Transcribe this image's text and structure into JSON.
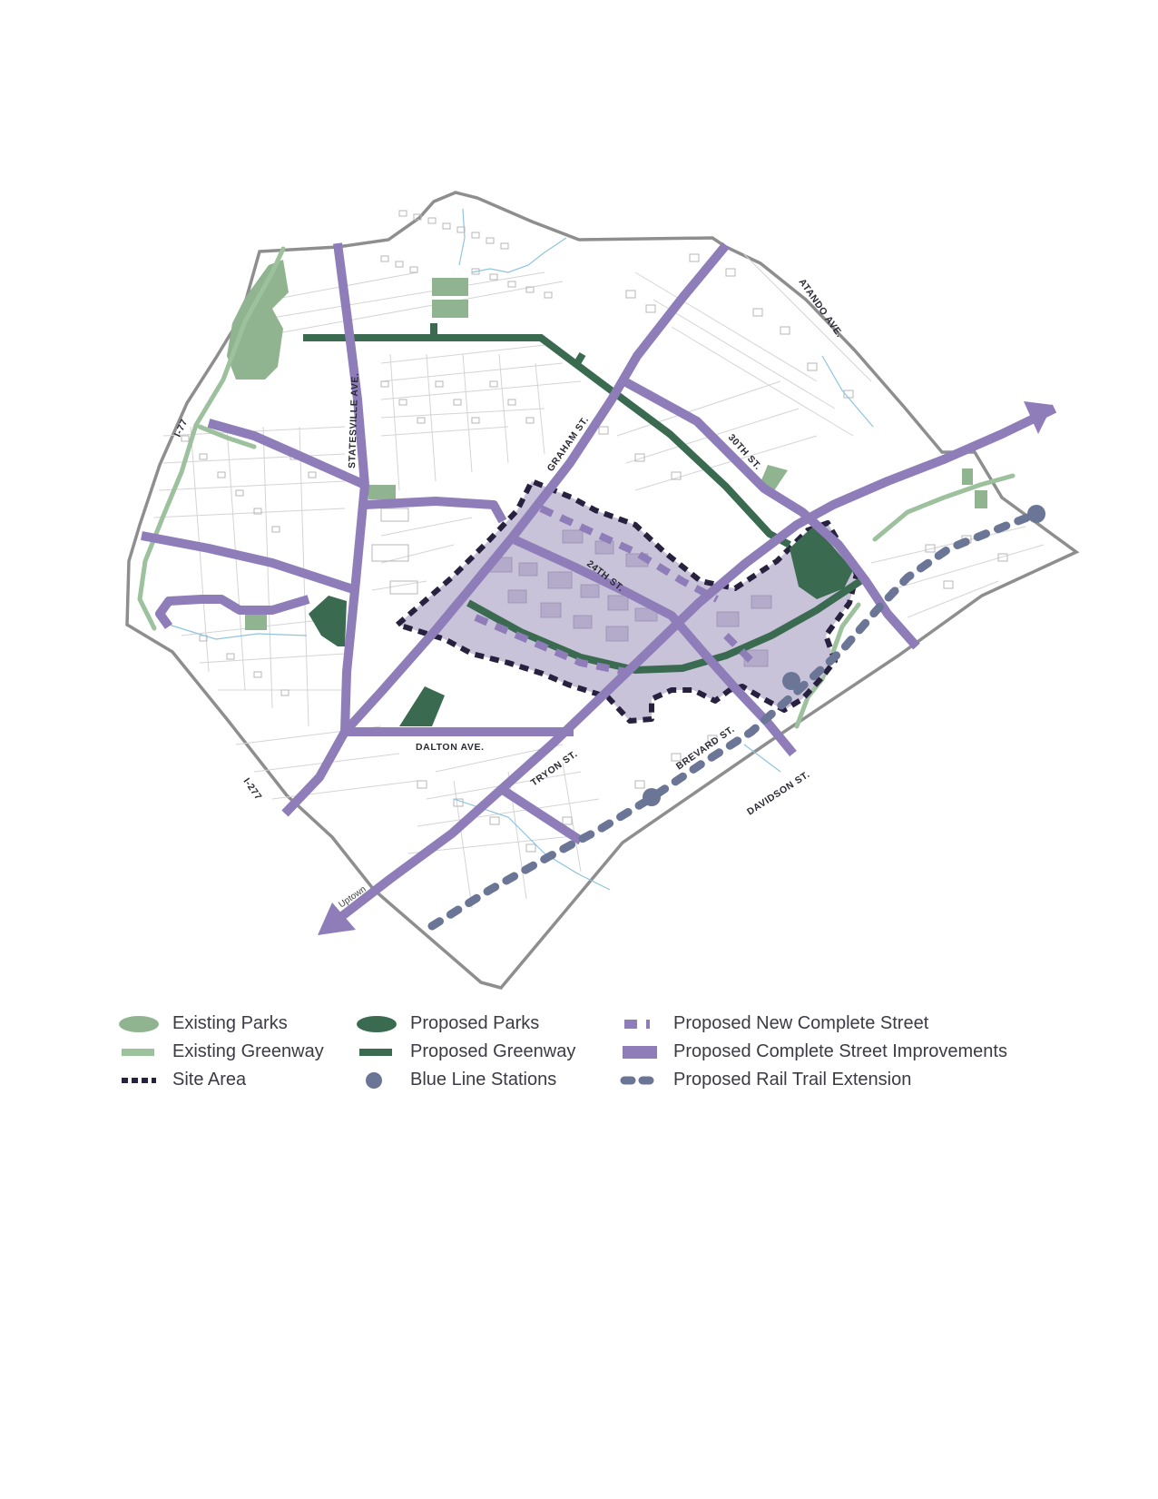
{
  "map": {
    "street_labels": {
      "atando": "ATANDO AVE.",
      "statesville": "STATESVILLE AVE.",
      "i77": "I-77",
      "graham": "GRAHAM ST.",
      "thirtieth": "30TH ST.",
      "twentyfourth": "24TH ST.",
      "dalton": "DALTON AVE.",
      "tryon": "TRYON ST.",
      "brevard": "BREVARD ST.",
      "davidson": "DAVIDSON ST.",
      "i277": "I-277",
      "uptown": "Uptown"
    },
    "colors": {
      "boundary": "#8e8e8e",
      "existing_park": "#8fb48f",
      "existing_greenway": "#9dc09d",
      "proposed_park": "#3a6a50",
      "proposed_greenway": "#3a6a50",
      "complete_street": "#8e7db8",
      "site_area_fill": "#c9c3d9",
      "site_area_outline": "#27213f",
      "rail_trail": "#6b7596",
      "blue_line_station": "#6b7596",
      "streams": "#8fc4de",
      "background_streets": "#d2d2d2"
    }
  },
  "legend": {
    "col1": [
      {
        "label": "Existing Parks",
        "icon": "existing-parks-swatch"
      },
      {
        "label": "Existing Greenway",
        "icon": "existing-greenway-swatch"
      },
      {
        "label": "Site Area",
        "icon": "site-area-swatch"
      }
    ],
    "col2": [
      {
        "label": "Proposed Parks",
        "icon": "proposed-parks-swatch"
      },
      {
        "label": "Proposed Greenway",
        "icon": "proposed-greenway-swatch"
      },
      {
        "label": "Blue Line Stations",
        "icon": "blue-line-station-swatch"
      }
    ],
    "col3": [
      {
        "label": "Proposed New Complete Street",
        "icon": "new-complete-street-swatch"
      },
      {
        "label": "Proposed Complete Street Improvements",
        "icon": "complete-street-improvements-swatch"
      },
      {
        "label": "Proposed Rail Trail Extension",
        "icon": "rail-trail-extension-swatch"
      }
    ]
  }
}
